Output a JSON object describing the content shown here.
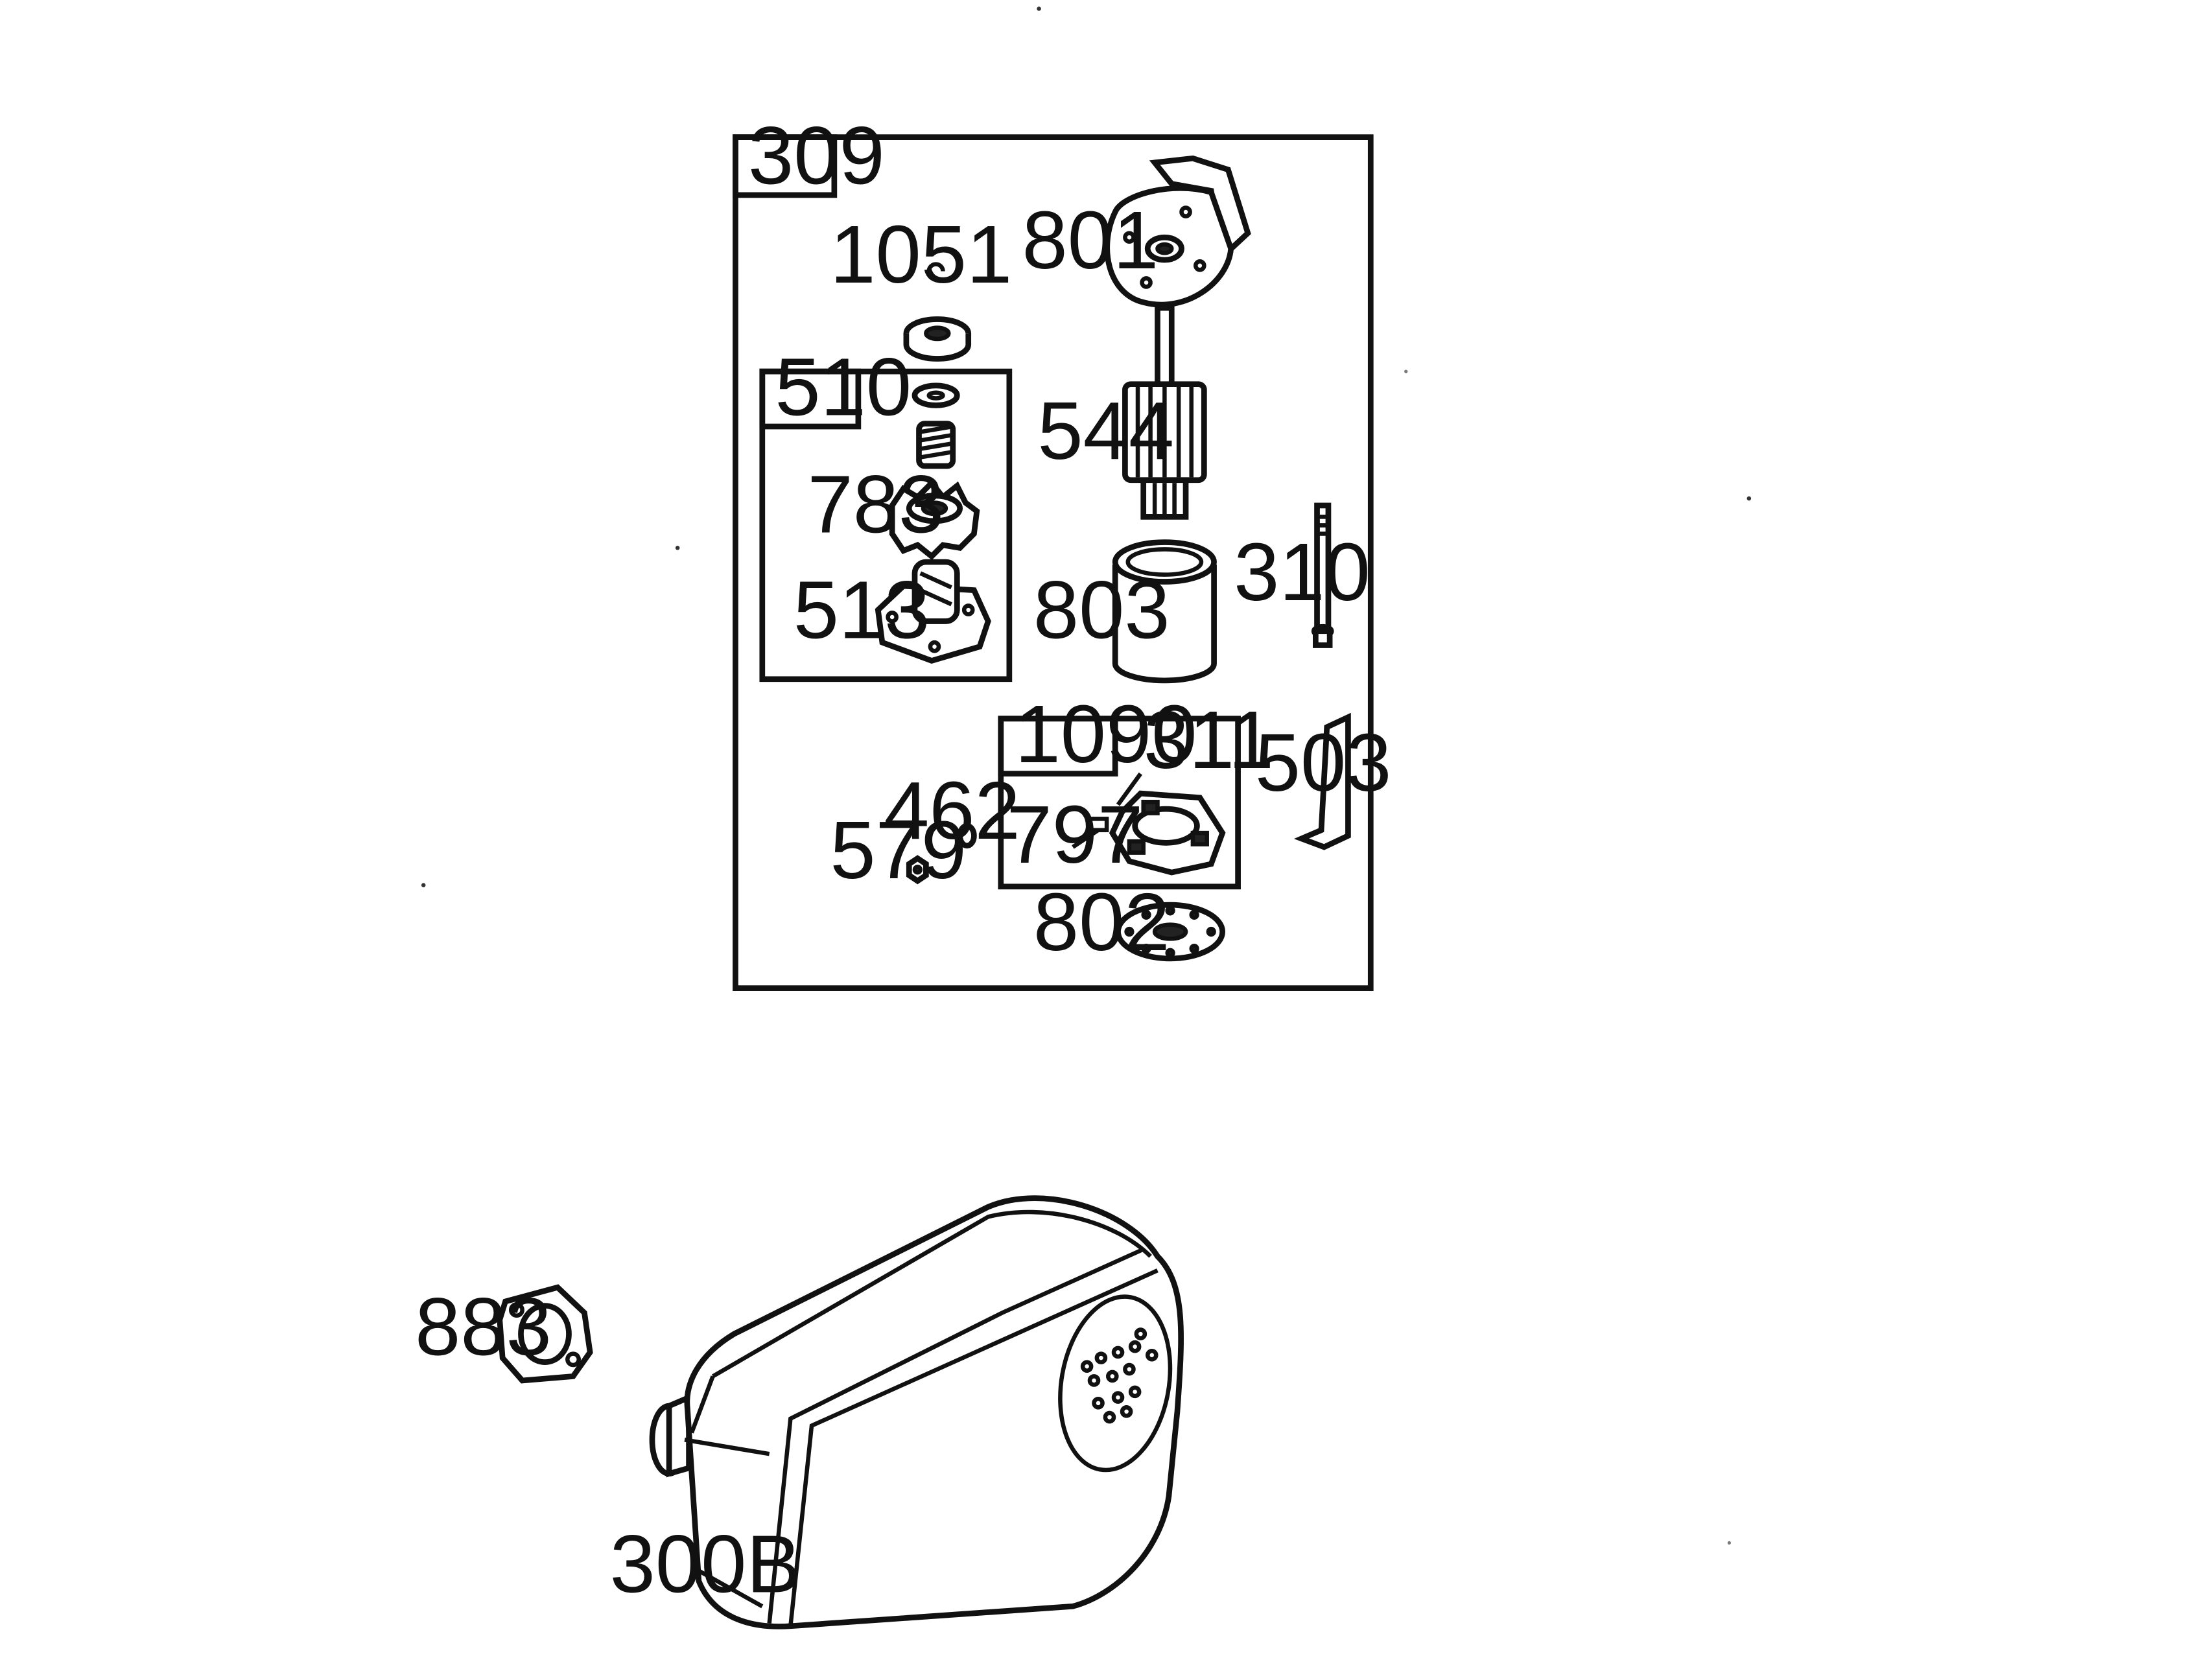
{
  "main_group": {
    "label": "309"
  },
  "sub_groups": {
    "drive": {
      "label": "510"
    },
    "brush": {
      "label": "1090"
    }
  },
  "parts": {
    "p1051": "1051",
    "p801": "801",
    "p544": "544",
    "p783": "783",
    "p513": "513",
    "p803": "803",
    "p310": "310",
    "p311": "311",
    "p797": "797",
    "p503": "503",
    "p462": "462",
    "p579": "579",
    "p802": "802",
    "p883": "883",
    "p300B": "300B"
  }
}
